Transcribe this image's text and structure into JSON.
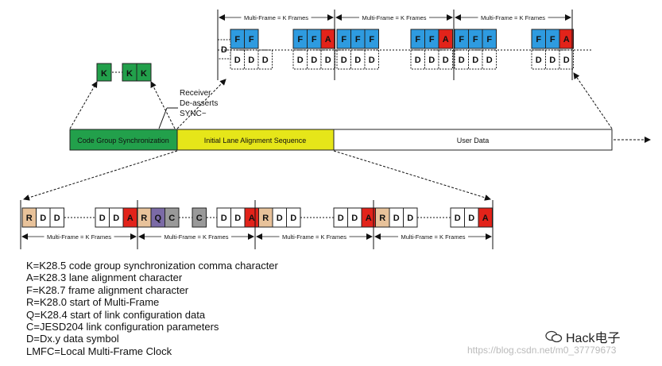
{
  "colors": {
    "blue": "#2e9be0",
    "red": "#e2231a",
    "green": "#22a04b",
    "yellow": "#e6e619",
    "tan": "#e8c29a",
    "purple": "#7b6aa6",
    "gray": "#999999",
    "white": "#ffffff",
    "border": "#222222"
  },
  "phases": {
    "cgs": "Code Group Synchronization",
    "ilas": "Initial Lane Alignment Sequence",
    "user": "User Data"
  },
  "receiver_note": [
    "Receiver",
    "De-asserts",
    "SYNC~"
  ],
  "multiframe_label": "Multi-Frame = K Frames",
  "k_chars": [
    "K",
    "K",
    "K"
  ],
  "top_blocks": [
    {
      "top": [
        "F",
        "F"
      ],
      "bottom": [
        "D",
        "D",
        "D"
      ]
    },
    {
      "top": [
        "F",
        "F",
        "A"
      ],
      "bottom": [
        "D",
        "D",
        "D"
      ]
    },
    {
      "top": [
        "F",
        "F",
        "F"
      ],
      "bottom": [
        "D",
        "D",
        "D"
      ]
    },
    {
      "top": [
        "F",
        "F",
        "A"
      ],
      "bottom": [
        "D",
        "D",
        "D"
      ]
    },
    {
      "top": [
        "F",
        "F",
        "F"
      ],
      "bottom": [
        "D",
        "D",
        "D"
      ]
    },
    {
      "top": [
        "F",
        "F",
        "A"
      ],
      "bottom": [
        "D",
        "D",
        "D"
      ]
    }
  ],
  "bottom_sequence": [
    [
      "R",
      "D",
      "D"
    ],
    [
      "D",
      "D",
      "A",
      "R",
      "Q",
      "C"
    ],
    [
      "C"
    ],
    [
      "D",
      "D",
      "A",
      "R",
      "D",
      "D"
    ],
    [
      "D",
      "D",
      "A",
      "R",
      "D",
      "D"
    ],
    [
      "D",
      "D",
      "A"
    ]
  ],
  "legend": [
    "K=K28.5 code group synchronization comma character",
    "A=K28.3 lane alignment character",
    "F=K28.7 frame alignment character",
    "R=K28.0 start of Multi-Frame",
    "Q=K28.4 start of link configuration data",
    "C=JESD204 link configuration parameters",
    "D=Dx.y data symbol",
    "LMFC=Local Multi-Frame Clock"
  ],
  "watermark": {
    "name": "Hack电子",
    "url": "https://blog.csdn.net/m0_37779673"
  }
}
